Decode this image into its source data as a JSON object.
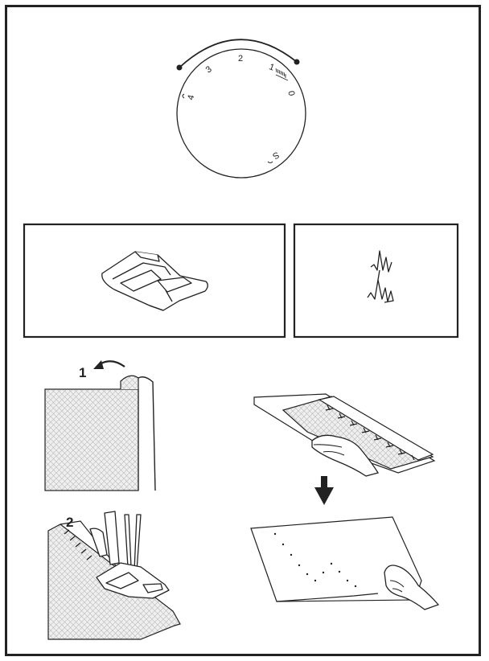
{
  "dial": {
    "labels": {
      "n4": "4",
      "n3": "3",
      "n2": "2",
      "n1": "1",
      "n0": "0",
      "s": "S"
    }
  },
  "steps": {
    "step1": "1",
    "step2": "2"
  }
}
